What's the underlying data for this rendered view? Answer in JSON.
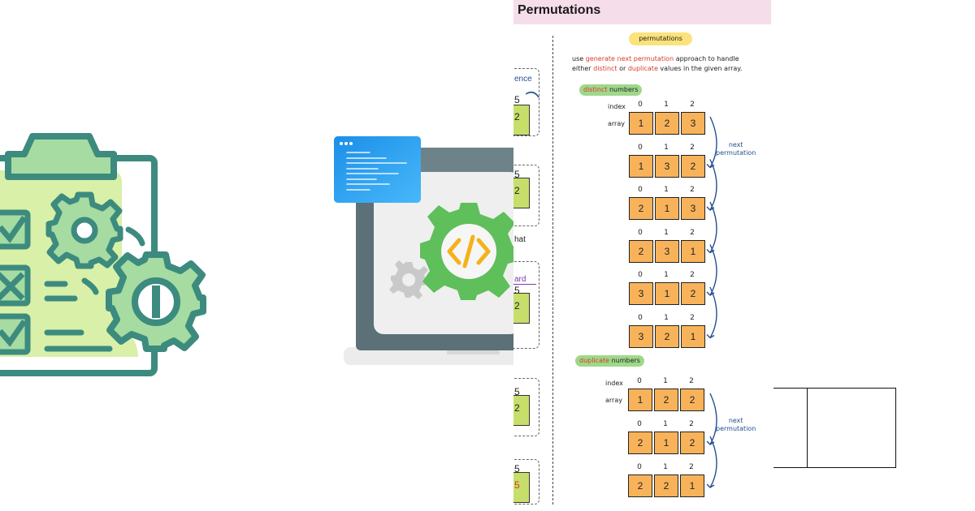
{
  "doc": {
    "title": "Permutations",
    "topic_pill": "permutations",
    "intro": {
      "w1": "use",
      "w2": "generate next permutation",
      "w3": "approach to handle",
      "w4": "either",
      "w5": "distinct",
      "w6": "or",
      "w7": "duplicate",
      "w8": "values in the given array."
    },
    "index_label": "index",
    "array_label": "array",
    "next_label_1": "next",
    "next_label_2": "permutation",
    "distinct_section": {
      "tag_word": "distinct",
      "tag_rest": "numbers",
      "indices": [
        "0",
        "1",
        "2"
      ],
      "rows": [
        [
          "1",
          "2",
          "3"
        ],
        [
          "1",
          "3",
          "2"
        ],
        [
          "2",
          "1",
          "3"
        ],
        [
          "2",
          "3",
          "1"
        ],
        [
          "3",
          "1",
          "2"
        ],
        [
          "3",
          "2",
          "1"
        ]
      ]
    },
    "duplicate_section": {
      "tag_word": "duplicate",
      "tag_rest": "numbers",
      "indices": [
        "0",
        "1",
        "2"
      ],
      "rows": [
        [
          "1",
          "2",
          "2"
        ],
        [
          "2",
          "1",
          "2"
        ],
        [
          "2",
          "2",
          "1"
        ]
      ]
    },
    "left_fragments": {
      "t1": "ence",
      "t2": "hat",
      "t3": "ard",
      "n1": "5",
      "c1": "2",
      "n2": "5",
      "c2": "2",
      "n3": "5",
      "c3": "2",
      "n4": "5",
      "c4": "2",
      "n5": "5",
      "c5": "5"
    }
  },
  "colors": {
    "header_pink": "#f5dde9",
    "cell_orange": "#f8b35a",
    "tag_green": "#9fd88a",
    "pill_yellow": "#fbe27a",
    "accent_red": "#d83a2a",
    "arrow_blue": "#24508f",
    "teal_icon": "#3c8b7e",
    "gear_green": "#5fbf5a"
  },
  "icons": {
    "left": "checklist-gears-icon",
    "middle": "laptop-code-gear-icon"
  }
}
